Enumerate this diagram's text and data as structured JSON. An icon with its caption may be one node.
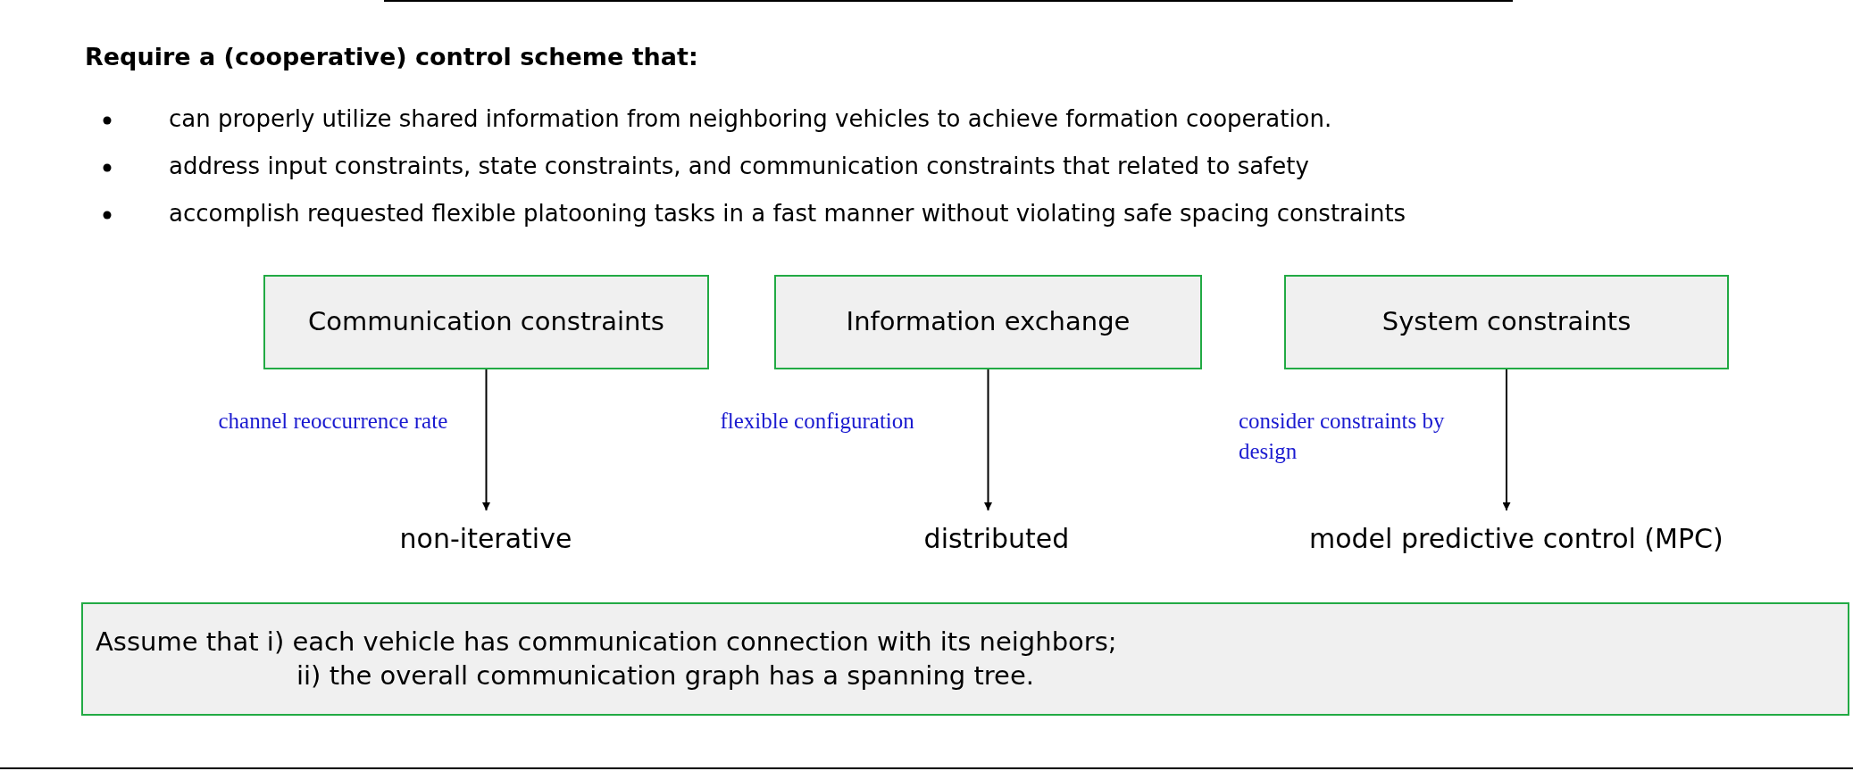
{
  "diagram": {
    "title": "Require a (cooperative) control scheme that:",
    "nodes": [
      {
        "text": [
          "Communication constraints"
        ]
      },
      {
        "text": [
          "Information exchange"
        ]
      },
      {
        "text": [
          "System constraints"
        ]
      },
      {
        "text": [
          "non-iterative"
        ]
      },
      {
        "text": [
          "distributed"
        ]
      },
      {
        "text": [
          "model predictive control (MPC)"
        ]
      },
      {
        "text": [
          "Assume that i) each vehicle has communication connection with its neighbors;",
          "ii) the overall communication graph has a spanning tree."
        ]
      }
    ],
    "edges": [
      {
        "from": 0,
        "to": 3,
        "arrow": "to",
        "label": "channel reoccurrence rate"
      },
      {
        "from": 1,
        "to": 4,
        "arrow": "to",
        "label": "flexible configuration"
      },
      {
        "from": 2,
        "to": 5,
        "arrow": "to",
        "label": "consider constraints by design"
      }
    ],
    "labels": [
      "can properly utilize shared information from neighboring vehicles to achieve formation cooperation.",
      "address input constraints, state constraints, and communication constraints that related to safety",
      "accomplish requested flexible platooning tasks in a fast manner without violating safe spacing constraints"
    ]
  }
}
